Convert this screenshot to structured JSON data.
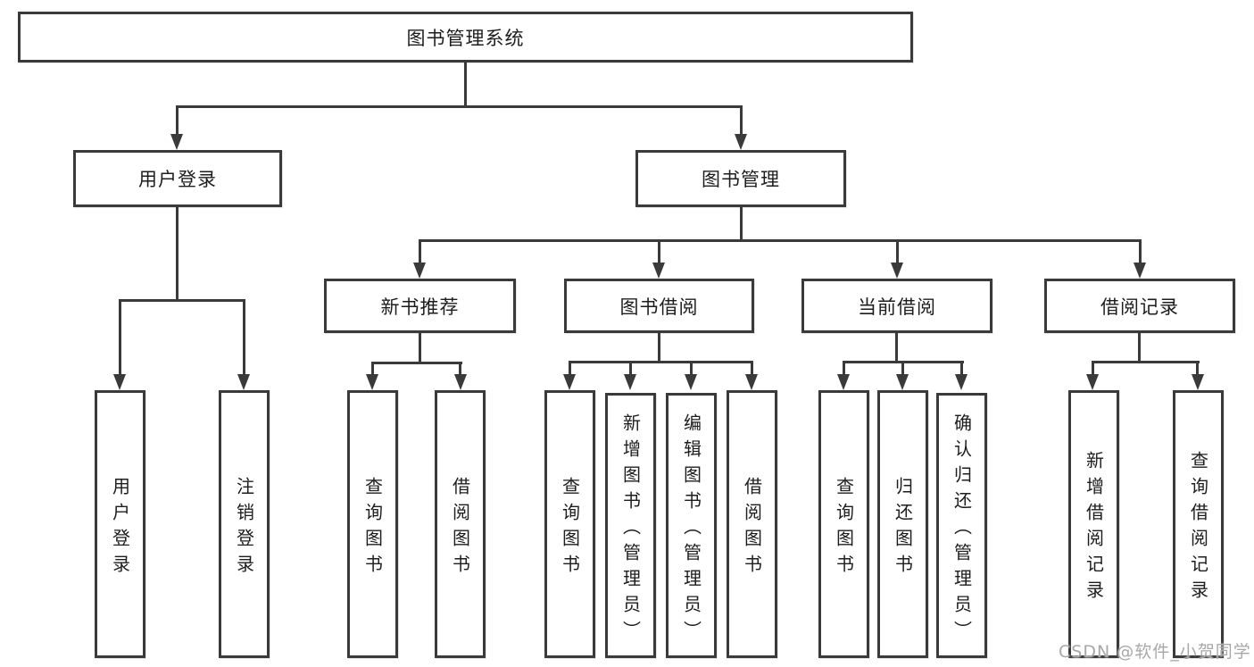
{
  "root": {
    "label": "图书管理系统"
  },
  "level2": [
    {
      "label": "用户登录"
    },
    {
      "label": "图书管理"
    }
  ],
  "level3": [
    {
      "label": "新书推荐"
    },
    {
      "label": "图书借阅"
    },
    {
      "label": "当前借阅"
    },
    {
      "label": "借阅记录"
    }
  ],
  "leaves": [
    {
      "label": "用户登录"
    },
    {
      "label": "注销登录"
    },
    {
      "label": "查询图书"
    },
    {
      "label": "借阅图书"
    },
    {
      "label": "查询图书"
    },
    {
      "label": "新增图书（管理员）"
    },
    {
      "label": "编辑图书（管理员）"
    },
    {
      "label": "借阅图书"
    },
    {
      "label": "查询图书"
    },
    {
      "label": "归还图书"
    },
    {
      "label": "确认归还（管理员）"
    },
    {
      "label": "新增借阅记录"
    },
    {
      "label": "查询借阅记录"
    }
  ],
  "watermark": {
    "text": "CSDN @软件_小贺同学"
  },
  "colors": {
    "line": "#3a3a3a",
    "text": "#1d1d1d",
    "watermark": "#a8a8a8",
    "background": "#ffffff"
  }
}
